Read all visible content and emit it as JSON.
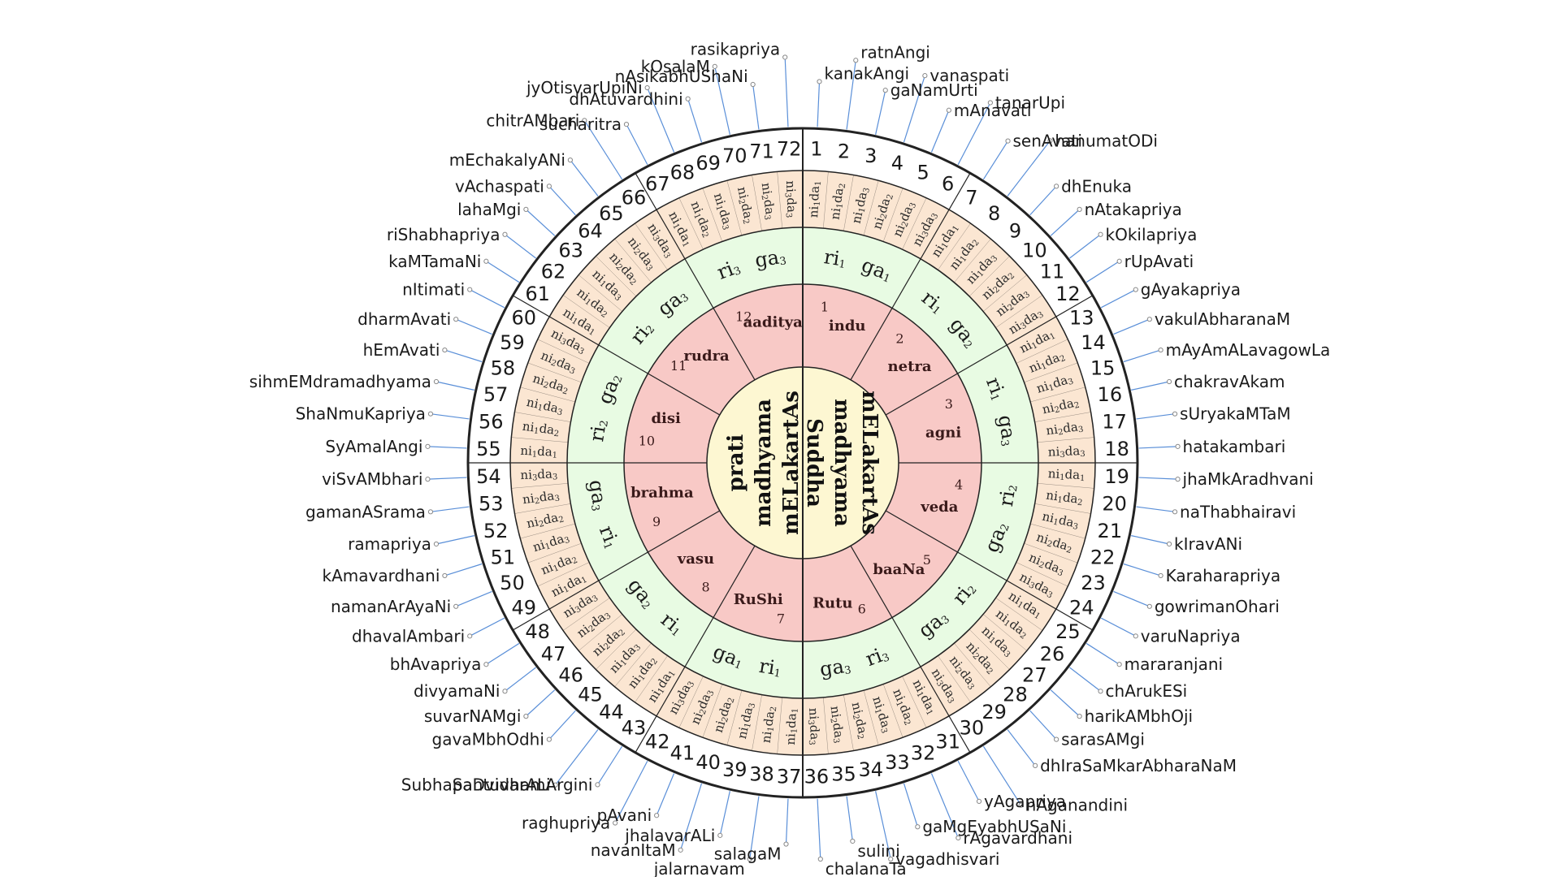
{
  "colors": {
    "background": "#ffffff",
    "outer_ring": "#ffffff",
    "nida_ring": "#fbe6d2",
    "riga_ring": "#e8fbe3",
    "chakra_ring": "#f8c9c6",
    "center": "#fdf7d2",
    "lines": "#222222",
    "leader": "#5a8fd8",
    "marker": "#888888"
  },
  "center": {
    "left_lines": [
      "prati",
      "madhyama",
      "mELakartAs"
    ],
    "right_lines": [
      "Suddha",
      "madhyama",
      "mELakartAs"
    ]
  },
  "chakras": [
    {
      "num": "1",
      "name": "indu"
    },
    {
      "num": "2",
      "name": "netra"
    },
    {
      "num": "3",
      "name": "agni"
    },
    {
      "num": "4",
      "name": "veda"
    },
    {
      "num": "5",
      "name": "baaNa"
    },
    {
      "num": "6",
      "name": "Rutu"
    },
    {
      "num": "7",
      "name": "RuShi"
    },
    {
      "num": "8",
      "name": "vasu"
    },
    {
      "num": "9",
      "name": "brahma"
    },
    {
      "num": "10",
      "name": "disi"
    },
    {
      "num": "11",
      "name": "rudra"
    },
    {
      "num": "12",
      "name": "aaditya"
    }
  ],
  "riga_cycle": [
    {
      "base": "ri",
      "sub": "1",
      "base2": "ga",
      "sub2": "1"
    },
    {
      "base": "ri",
      "sub": "1",
      "base2": "ga",
      "sub2": "2"
    },
    {
      "base": "ri",
      "sub": "1",
      "base2": "ga",
      "sub2": "3"
    },
    {
      "base": "ri",
      "sub": "2",
      "base2": "ga",
      "sub2": "2"
    },
    {
      "base": "ri",
      "sub": "2",
      "base2": "ga",
      "sub2": "3"
    },
    {
      "base": "ri",
      "sub": "3",
      "base2": "ga",
      "sub2": "3"
    }
  ],
  "nida_cycle": [
    {
      "n": "1",
      "d": "1"
    },
    {
      "n": "1",
      "d": "2"
    },
    {
      "n": "1",
      "d": "3"
    },
    {
      "n": "2",
      "d": "2"
    },
    {
      "n": "2",
      "d": "3"
    },
    {
      "n": "3",
      "d": "3"
    }
  ],
  "ragas": [
    "kanakAngi",
    "ratnAngi",
    "gaNamUrti",
    "vanaspati",
    "mAnavati",
    "tanarUpi",
    "senAvati",
    "hanumatODi",
    "dhEnuka",
    "nAtakapriya",
    "kOkilapriya",
    "rUpAvati",
    "gAyakapriya",
    "vakulAbharanaM",
    "mAyAmALavagowLa",
    "chakravAkam",
    "sUryakaMTaM",
    "hatakambari",
    "jhaMkAradhvani",
    "naThabhairavi",
    "kIravANi",
    "Karaharapriya",
    "gowrimanOhari",
    "varuNapriya",
    "mararanjani",
    "chArukESi",
    "harikAMbhOji",
    "sarasAMgi",
    "dhIraSaMkarAbharaNaM",
    "nAganandini",
    "yAgapriya",
    "rAgavardhani",
    "gaMgEyabhUSaNi",
    "vagadhisvari",
    "sulini",
    "chalanaTa",
    "salagaM",
    "jalarnavam",
    "jhalavarALi",
    "navanItaM",
    "pAvani",
    "raghupriya",
    "SaDvidhamArgini",
    "SubhapantuvarALi",
    "gavaMbhOdhi",
    "suvarNAMgi",
    "divyamaNi",
    "bhAvapriya",
    "dhavalAmbari",
    "namanArAyaNi",
    "kAmavardhani",
    "ramapriya",
    "gamanASrama",
    "viSvAMbhari",
    "SyAmalAngi",
    "ShaNmuKapriya",
    "sihmEMdramadhyama",
    "hEmAvati",
    "dharmAvati",
    "nItimati",
    "kaMTamaNi",
    "riShabhapriya",
    "lahaMgi",
    "vAchaspati",
    "mEchakalyANi",
    "chitrAMbari",
    "sucharitra",
    "jyOtisvarUpiNi",
    "dhAtuvardhini",
    "kOsalaM",
    "nAsikabhUShaNi",
    "rasikapriya"
  ]
}
